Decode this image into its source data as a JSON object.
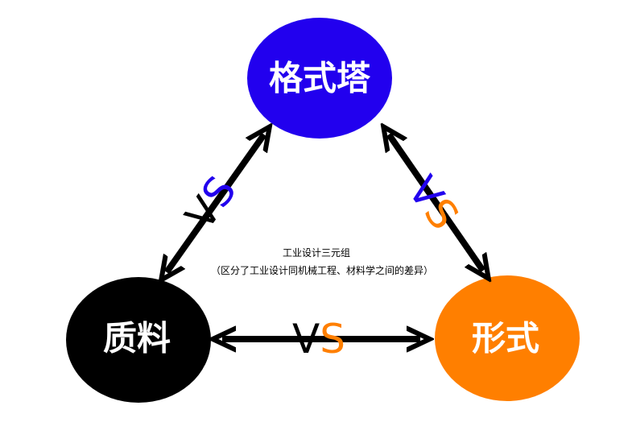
{
  "nodes": {
    "gestalt": {
      "label": "格式塔",
      "color": "#2200ee"
    },
    "material": {
      "label": "质料",
      "color": "#000000"
    },
    "form": {
      "label": "形式",
      "color": "#ff7f00"
    }
  },
  "connectors": {
    "gestalt_material": {
      "v": "V",
      "s": "S",
      "v_color": "#000000",
      "s_color": "#2200ee"
    },
    "gestalt_form": {
      "v": "V",
      "s": "S",
      "v_color": "#2200ee",
      "s_color": "#ff7f00"
    },
    "material_form": {
      "v": "V",
      "s": "S",
      "v_color": "#000000",
      "s_color": "#ff7f00"
    }
  },
  "caption": {
    "line1": "工业设计三元组",
    "line2": "（区分了工业设计同机械工程、材料学之间的差异）"
  }
}
